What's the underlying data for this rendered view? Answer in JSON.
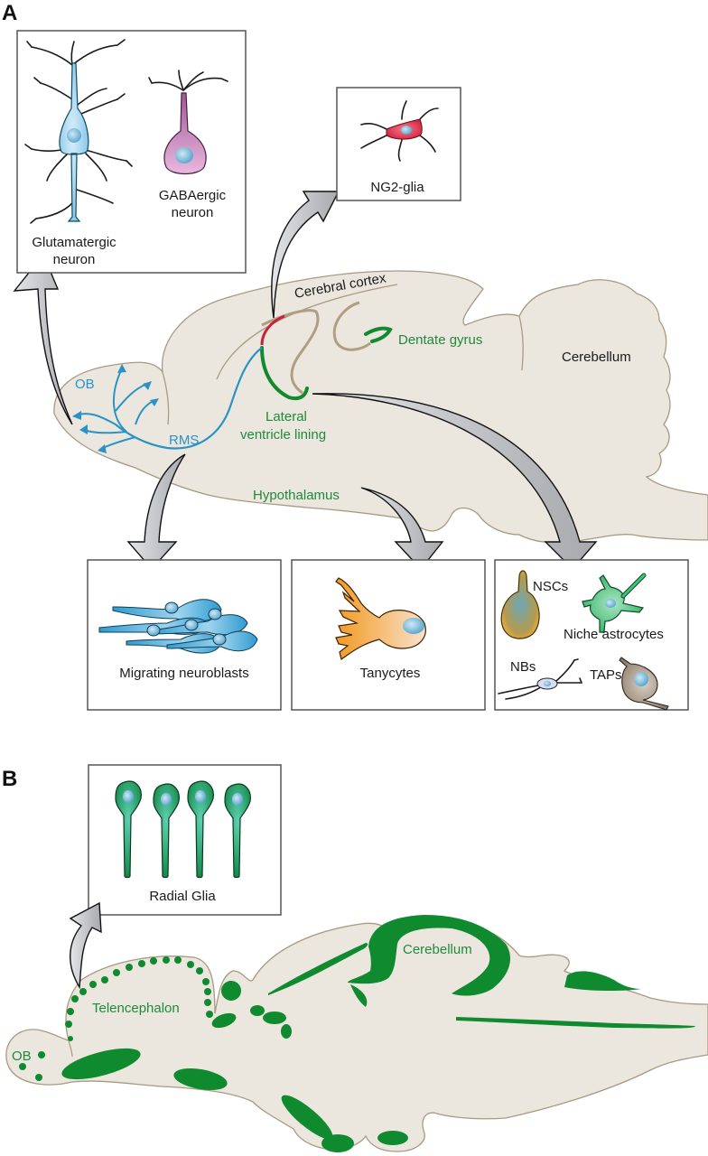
{
  "figure": {
    "panel_a_label": "A",
    "panel_b_label": "B",
    "colors": {
      "brain_fill": "#ebe7df",
      "brain_outline": "#a89a80",
      "green": "#1f8a3a",
      "blue": "#2a93c4",
      "red": "#c8233a",
      "arrow_gray": "#c4c6c9"
    }
  },
  "panel_a": {
    "boxes": {
      "neurons": {
        "glutamatergic_line1": "Glutamatergic",
        "glutamatergic_line2": "neuron",
        "gabaergic_line1": "GABAergic",
        "gabaergic_line2": "neuron"
      },
      "ng2": {
        "label": "NG2-glia"
      },
      "neuroblasts": {
        "label": "Migrating neuroblasts"
      },
      "tanycytes": {
        "label": "Tanycytes"
      },
      "niche": {
        "nscs": "NSCs",
        "astrocytes": "Niche astrocytes",
        "nbs": "NBs",
        "taps": "TAPs"
      }
    },
    "brain_labels": {
      "cerebral_cortex": "Cerebral cortex",
      "dentate_gyrus": "Dentate gyrus",
      "cerebellum": "Cerebellum",
      "ob": "OB",
      "rms": "RMS",
      "lateral_line1": "Lateral",
      "lateral_line2": "ventricle lining",
      "hypothalamus": "Hypothalamus"
    }
  },
  "panel_b": {
    "box": {
      "label": "Radial Glia"
    },
    "brain_labels": {
      "cerebellum": "Cerebellum",
      "telencephalon": "Telencephalon",
      "ob": "OB"
    }
  }
}
